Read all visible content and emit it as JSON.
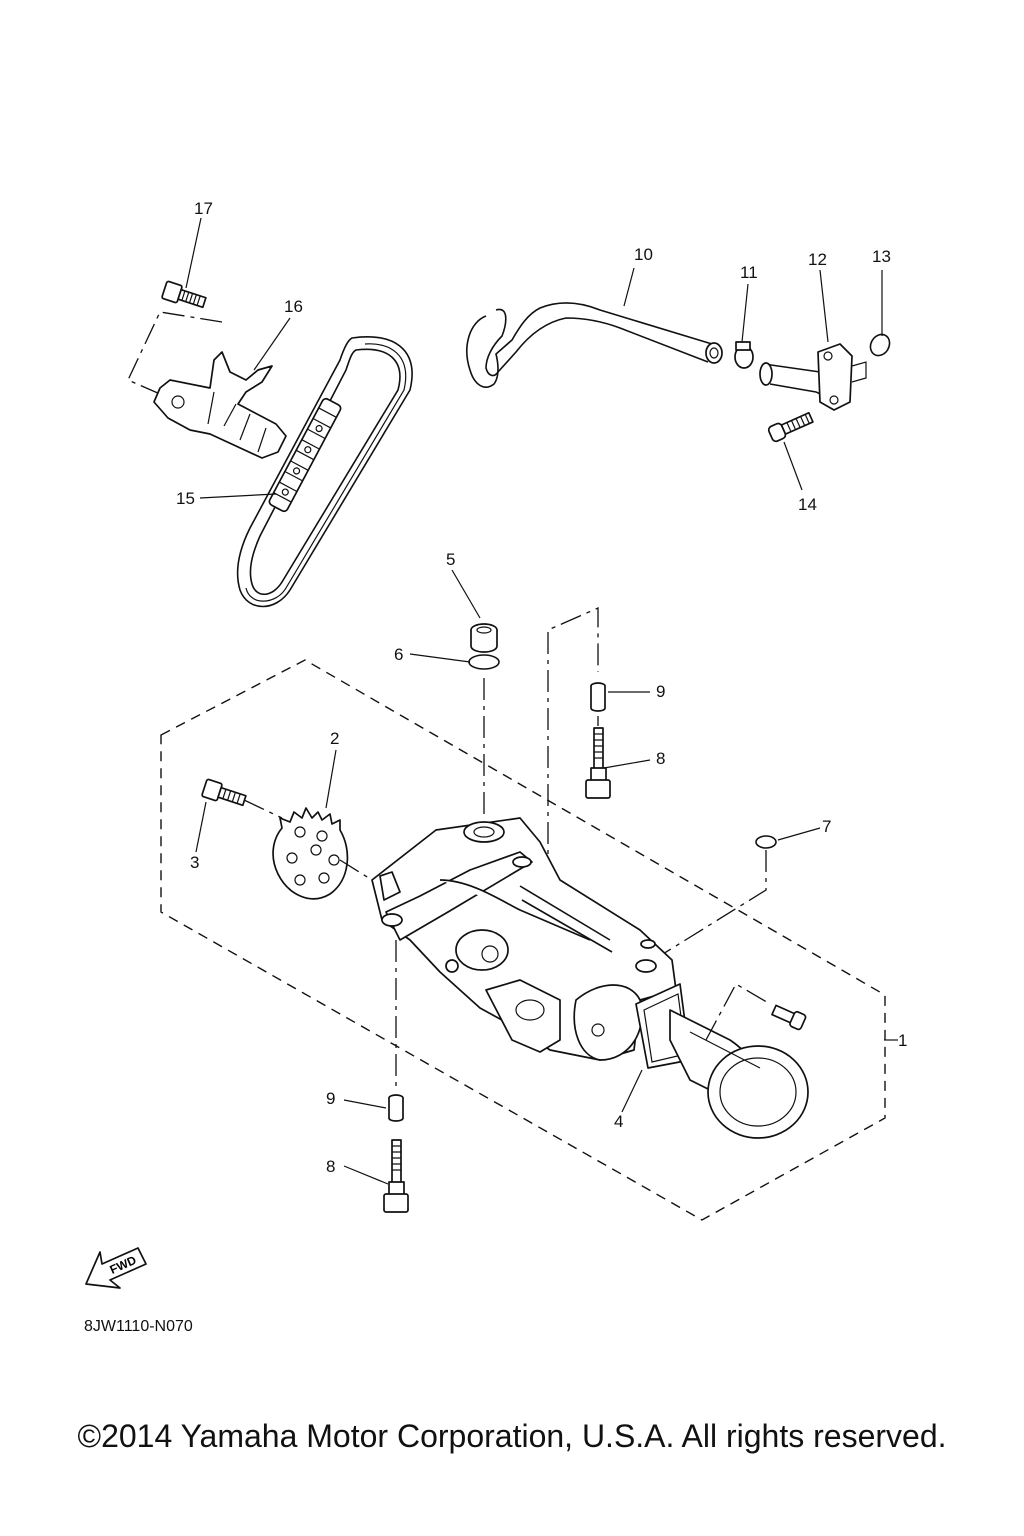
{
  "diagram": {
    "code": "8JW1110-N070",
    "copyright": "©2014 Yamaha Motor Corporation, U.S.A. All rights reserved.",
    "fwd_label": "FWD",
    "callouts": [
      "1",
      "2",
      "3",
      "4",
      "5",
      "6",
      "7",
      "8",
      "9",
      "10",
      "11",
      "12",
      "13",
      "14",
      "15",
      "16",
      "17"
    ],
    "callouts_repeat": {
      "8b": "8",
      "9b": "9"
    }
  }
}
